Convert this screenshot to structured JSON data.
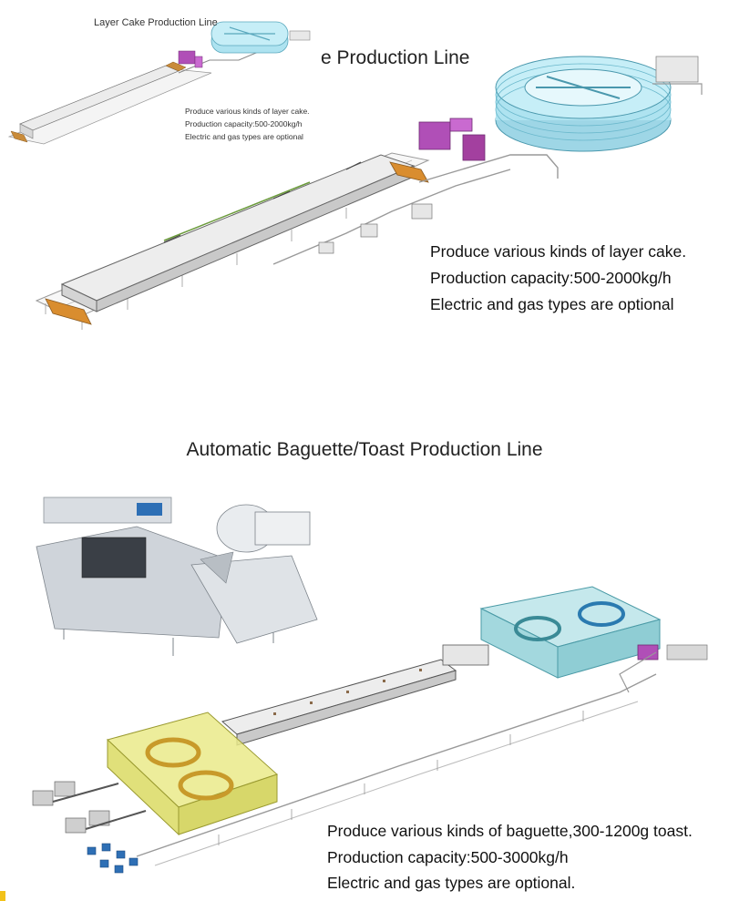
{
  "section1": {
    "inset_title": "Layer Cake Production Line",
    "inset_specs": [
      "Produce various kinds of layer cake.",
      "Production capacity:500-2000kg/h",
      "Electric and gas types are optional"
    ],
    "partial_title": "e Production Line",
    "specs": [
      "Produce various kinds of layer cake.",
      "Production capacity:500-2000kg/h",
      "Electric and gas types are optional"
    ]
  },
  "section2": {
    "title": "Automatic Baguette/Toast Production Line",
    "specs": [
      "Produce various kinds of baguette,300-1200g toast.",
      "Production capacity:500-3000kg/h",
      "Electric and gas types are optional."
    ]
  },
  "colors": {
    "spiral_blue": "#aee3f0",
    "machine_purple": "#b04fb7",
    "proofer_yellow": "#eaea8a",
    "tunnel_gray": "#e9e9e9",
    "accent_yellow": "#f2c21a"
  }
}
